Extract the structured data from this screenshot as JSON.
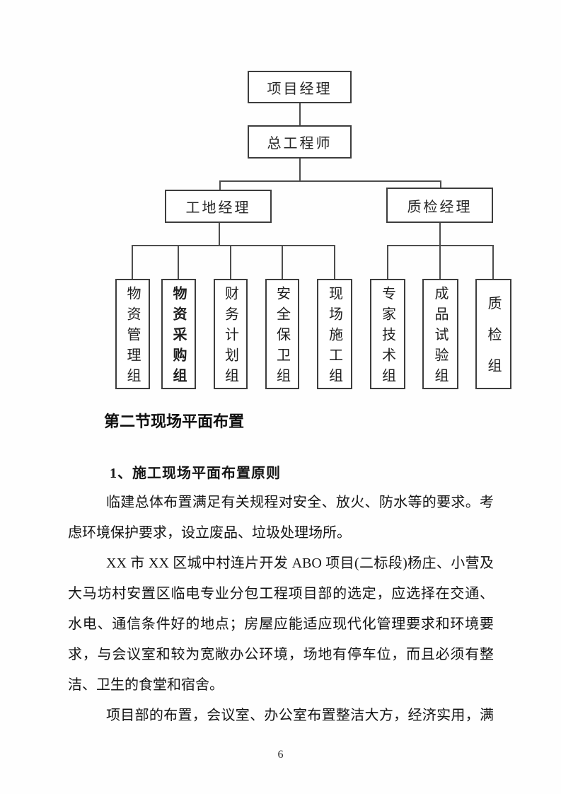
{
  "org_chart": {
    "level1": "项目经理",
    "level2": "总工程师",
    "level3_left": "工地经理",
    "level3_right": "质检经理",
    "left_groups": [
      "物资管理组",
      "物资采购组",
      "财务计划组",
      "安全保卫组",
      "现场施工组"
    ],
    "right_groups": [
      "专家技术组",
      "成品试验组",
      "质检组"
    ],
    "line_color": "#4d4d4d",
    "box_border_color": "#3d3d3d"
  },
  "content": {
    "section_heading": "第二节现场平面布置",
    "list_item": "1、施工现场平面布置原则",
    "lines": [
      {
        "text": "临建总体布置满足有关规程对安全、放火、防水等的要求。考"
      },
      {
        "text": "虑环境保护要求，设立废品、垃圾处理场所。"
      },
      {
        "text": "XX 市 XX 区城中村连片开发 ABO 项目(二标段)杨庄、小营及"
      },
      {
        "text": "大马坊村安置区临电专业分包工程项目部的选定，应选择在交通、"
      },
      {
        "text": "水电、通信条件好的地点；房屋应能适应现代化管理要求和环境要"
      },
      {
        "text": "求，与会议室和较为宽敞办公环境，场地有停车位，而且必须有整"
      },
      {
        "text": "洁、卫生的食堂和宿舍。"
      },
      {
        "text": "项目部的布置，会议室、办公室布置整洁大方，经济实用，满"
      }
    ],
    "page_number": "6"
  }
}
